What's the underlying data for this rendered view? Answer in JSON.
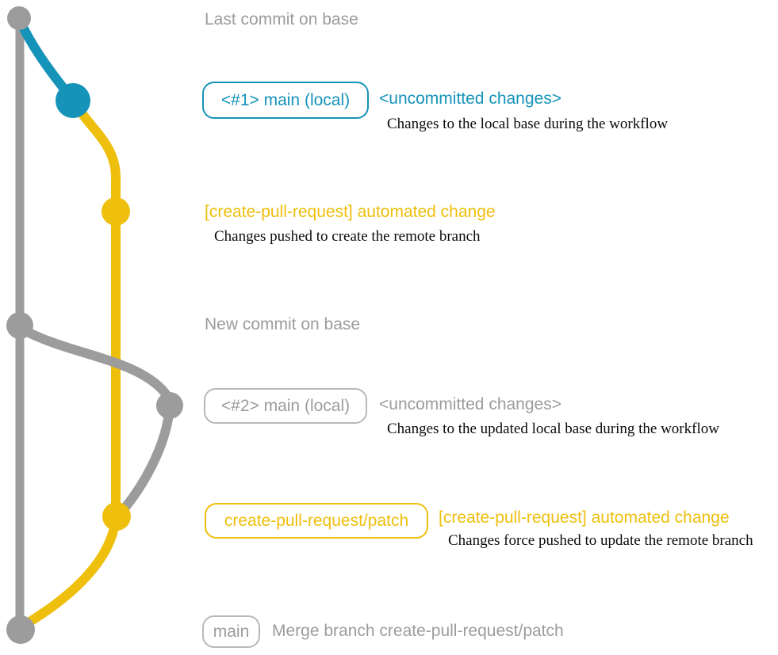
{
  "colors": {
    "teal": "#1593b9",
    "yellow": "#eebf0d",
    "gray": "#9c9c9c",
    "gray_box_border": "#b8b8b8",
    "description_text": "#0b0b0b",
    "background": "#ffffff"
  },
  "graph": {
    "commits": [
      {
        "id": "last-commit-on-base",
        "color": "gray"
      },
      {
        "id": "main-local-1",
        "color": "teal"
      },
      {
        "id": "create-pull-request-automated-change-1",
        "color": "yellow"
      },
      {
        "id": "new-commit-on-base",
        "color": "gray"
      },
      {
        "id": "main-local-2",
        "color": "gray"
      },
      {
        "id": "create-pull-request-automated-change-2",
        "color": "yellow"
      },
      {
        "id": "merge-commit-on-main",
        "color": "gray"
      }
    ]
  },
  "annotations": {
    "last_commit_on_base": "Last commit on base",
    "main_local_1_label": "<#1> main (local)",
    "main_local_1_status": "<uncommitted changes>",
    "main_local_1_desc": "Changes to the local base during the workflow",
    "cpr_commit_1_title": "[create-pull-request] automated change",
    "cpr_commit_1_desc": "Changes pushed to create the remote branch",
    "new_commit_on_base": "New commit on base",
    "main_local_2_label": "<#2> main (local)",
    "main_local_2_status": "<uncommitted changes>",
    "main_local_2_desc": "Changes to the updated local base during the workflow",
    "patch_branch_label": "create-pull-request/patch",
    "cpr_commit_2_title": "[create-pull-request] automated change",
    "cpr_commit_2_desc": "Changes force pushed to update the remote branch",
    "main_branch_label": "main",
    "merge_commit_message": "Merge branch create-pull-request/patch"
  }
}
